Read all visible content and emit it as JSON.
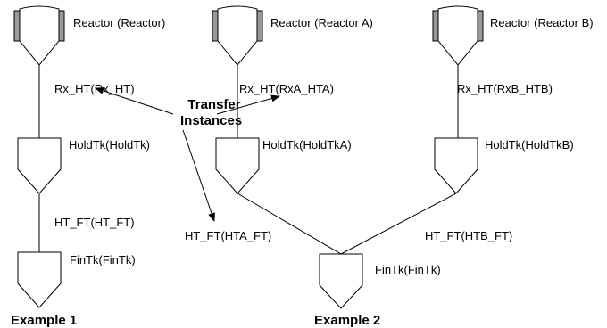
{
  "example1": {
    "caption": "Example 1",
    "reactor_label": "Reactor (Reactor)",
    "rx_transfer_label": "Rx_HT(Rx_HT)",
    "hold_label": "HoldTk(HoldTk)",
    "ht_transfer_label": "HT_FT(HT_FT)",
    "fin_label": "FinTk(FinTk)"
  },
  "example2": {
    "caption": "Example 2",
    "reactor_a_label": "Reactor (Reactor A)",
    "reactor_b_label": "Reactor (Reactor B)",
    "rx_transfer_a_label": "Rx_HT(RxA_HTA)",
    "rx_transfer_b_label": "Rx_HT(RxB_HTB)",
    "hold_a_label": "HoldTk(HoldTkA)",
    "hold_b_label": "HoldTk(HoldTkB)",
    "ht_transfer_a_label": "HT_FT(HTA_FT)",
    "ht_transfer_b_label": "HT_FT(HTB_FT)",
    "fin_label": "FinTk(FinTk)"
  },
  "callout": {
    "line1": "Transfer",
    "line2": "Instances"
  }
}
